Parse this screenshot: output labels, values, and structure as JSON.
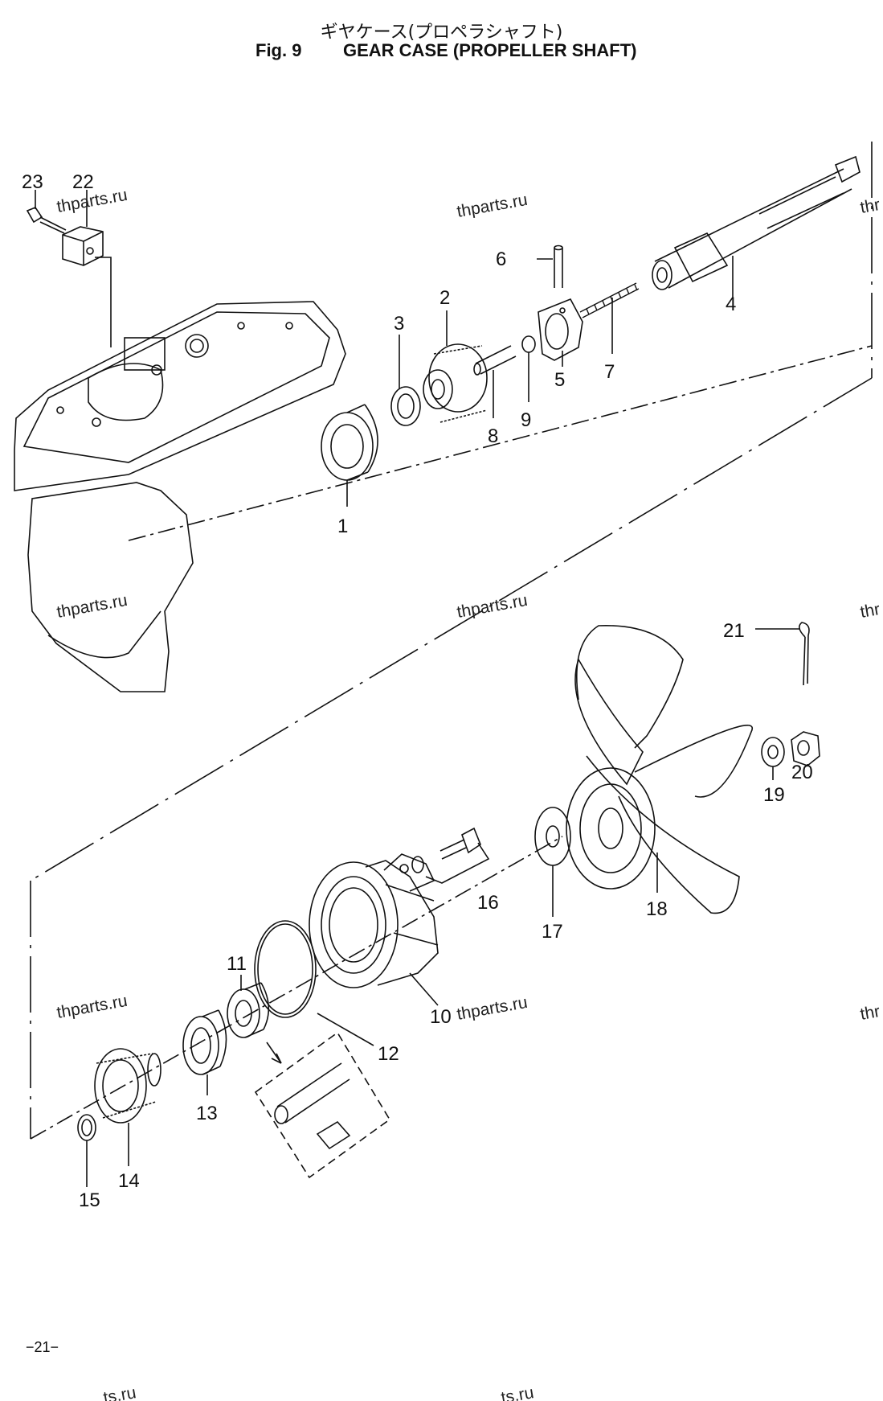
{
  "header": {
    "title_jp": "ギヤケース(プロペラシャフト)",
    "fig_number": "Fig. 9",
    "fig_name": "GEAR CASE (PROPELLER SHAFT)"
  },
  "parts": {
    "p1": "1",
    "p2": "2",
    "p3": "3",
    "p4": "4",
    "p5": "5",
    "p6": "6",
    "p7": "7",
    "p8": "8",
    "p9": "9",
    "p10": "10",
    "p11": "11",
    "p12": "12",
    "p13": "13",
    "p14": "14",
    "p15": "15",
    "p16": "16",
    "p17": "17",
    "p18": "18",
    "p19": "19",
    "p20": "20",
    "p21": "21",
    "p22": "22",
    "p23": "23"
  },
  "watermarks": {
    "full": "thparts.ru",
    "partial": "thr",
    "bottom": "ts.ru"
  },
  "footer": {
    "page": "−21−"
  }
}
